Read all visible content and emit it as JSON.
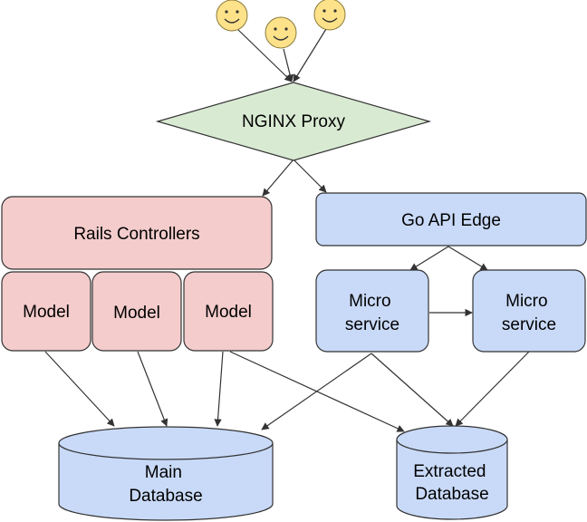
{
  "users": [
    {
      "icon": "smiley-face-icon"
    },
    {
      "icon": "smiley-face-icon"
    },
    {
      "icon": "smiley-face-icon"
    }
  ],
  "proxy": {
    "label": "NGINX Proxy"
  },
  "rails": {
    "controllers_label": "Rails Controllers",
    "models": [
      {
        "label": "Model"
      },
      {
        "label": "Model"
      },
      {
        "label": "Model"
      }
    ]
  },
  "go": {
    "edge_label": "Go API Edge",
    "services": [
      {
        "line1": "Micro",
        "line2": "service"
      },
      {
        "line1": "Micro",
        "line2": "service"
      }
    ]
  },
  "databases": {
    "main": {
      "line1": "Main",
      "line2": "Database"
    },
    "extracted": {
      "line1": "Extracted",
      "line2": "Database"
    }
  },
  "colors": {
    "face": "#fde28a",
    "face_stroke": "#8a7a3a",
    "proxy_fill": "#d9ead3",
    "rails_fill": "#f4cccc",
    "go_fill": "#c9daf8",
    "stroke": "#333333"
  }
}
